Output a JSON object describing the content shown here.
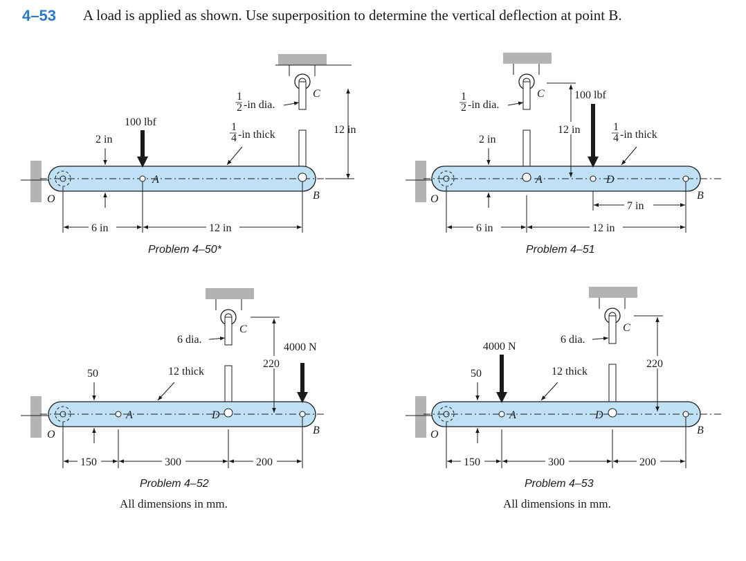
{
  "header": {
    "problem_number": "4–53",
    "statement": "A load is applied as shown. Use superposition to determine the vertical deflection at point B."
  },
  "colors": {
    "accent": "#2a78c8",
    "beam_fill": "#bfe0f5",
    "support_gray": "#b3b3b3"
  },
  "figures": [
    {
      "caption": "Problem 4–50*",
      "labels": {
        "pin_dia": "-in dia.",
        "pin_dia_num": "1",
        "pin_dia_den": "2",
        "thick": "-in thick",
        "thick_num": "1",
        "thick_den": "4",
        "load": "100 lbf",
        "a_dist": "2 in",
        "rod_len": "12 in",
        "dim_left": "6 in",
        "dim_right": "12 in",
        "pt_o": "O",
        "pt_a": "A",
        "pt_b": "B",
        "pt_c": "C"
      }
    },
    {
      "caption": "Problem 4–51",
      "labels": {
        "pin_dia": "-in dia.",
        "pin_dia_num": "1",
        "pin_dia_den": "2",
        "thick": "-in thick",
        "thick_num": "1",
        "thick_den": "4",
        "load": "100 lbf",
        "a_dist": "2 in",
        "rod_len": "12 in",
        "d_dist": "7 in",
        "dim_left": "6 in",
        "dim_right": "12 in",
        "pt_o": "O",
        "pt_a": "A",
        "pt_b": "B",
        "pt_c": "C",
        "pt_d": "D"
      }
    },
    {
      "caption": "Problem 4–52",
      "note": "All dimensions in mm.",
      "labels": {
        "pin_dia": "6 dia.",
        "thick": "12 thick",
        "load": "4000 N",
        "a_dist": "50",
        "rod_len": "220",
        "dim_left": "150",
        "dim_mid": "300",
        "dim_right": "200",
        "pt_o": "O",
        "pt_a": "A",
        "pt_b": "B",
        "pt_c": "C",
        "pt_d": "D"
      }
    },
    {
      "caption": "Problem 4–53",
      "note": "All dimensions in mm.",
      "labels": {
        "pin_dia": "6 dia.",
        "thick": "12 thick",
        "load": "4000 N",
        "a_dist": "50",
        "rod_len": "220",
        "dim_left": "150",
        "dim_mid": "300",
        "dim_right": "200",
        "pt_o": "O",
        "pt_a": "A",
        "pt_b": "B",
        "pt_c": "C",
        "pt_d": "D"
      }
    }
  ]
}
